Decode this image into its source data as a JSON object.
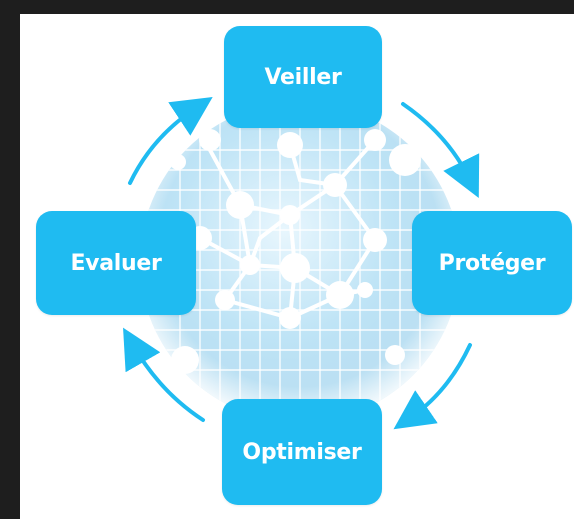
{
  "diagram": {
    "steps": [
      {
        "id": "top",
        "label": "Veiller"
      },
      {
        "id": "right",
        "label": "Protéger"
      },
      {
        "id": "bottom",
        "label": "Optimiser"
      },
      {
        "id": "left",
        "label": "Evaluer"
      }
    ],
    "colors": {
      "box": "#1fbbf1",
      "arrow": "#1fbbf1",
      "sphere_light": "#e8f6fd",
      "sphere_mid": "#bfe4f6",
      "sphere_dark": "#8fcbea",
      "background": "#1e1e1e",
      "panel": "#ffffff"
    }
  }
}
